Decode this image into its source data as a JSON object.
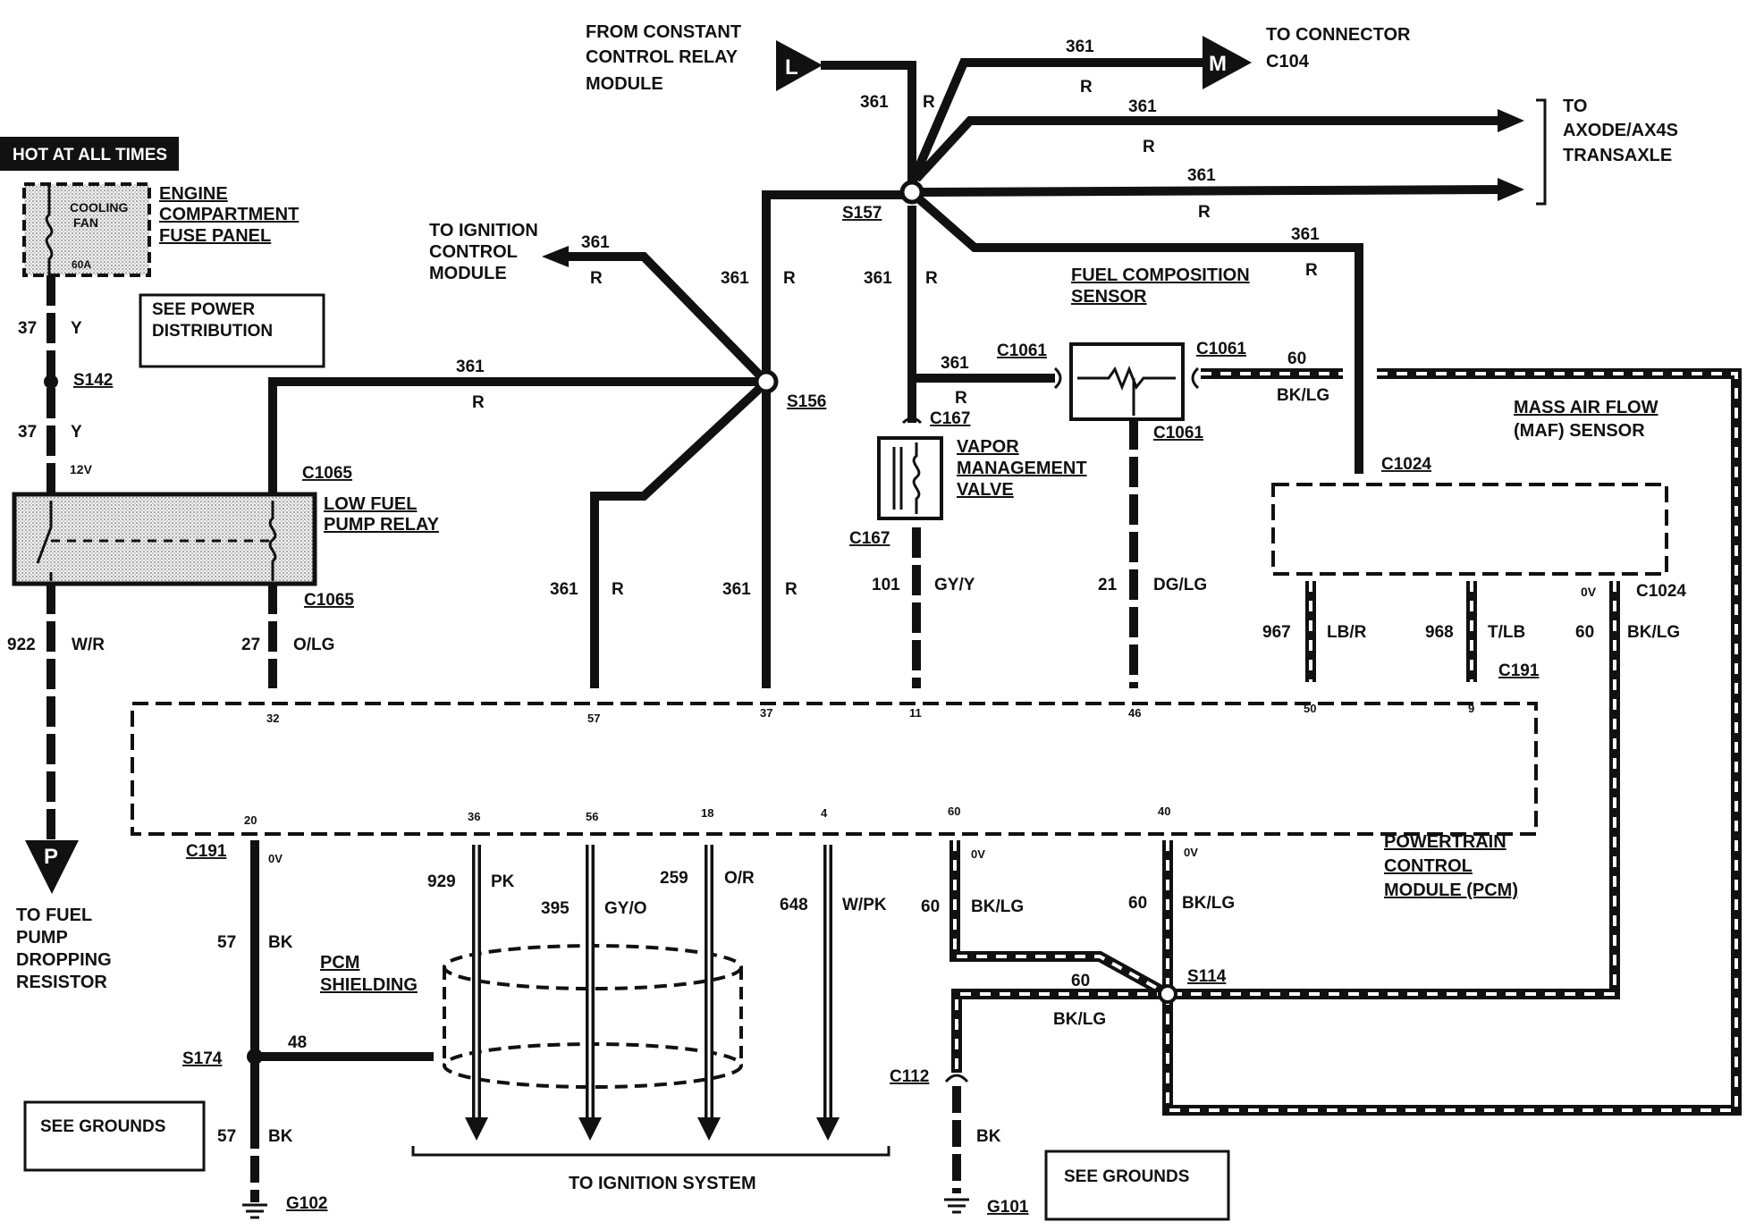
{
  "title_hot": "HOT AT ALL TIMES",
  "fuse": {
    "text1": "COOLING",
    "text2": "FAN",
    "rating": "60A"
  },
  "engine_fuse_panel": [
    "ENGINE",
    "COMPARTMENT",
    "FUSE PANEL"
  ],
  "see_power": [
    "SEE POWER",
    "DISTRIBUTION"
  ],
  "wire_labels": {
    "w37a": "37",
    "y_a": "Y",
    "s142": "S142",
    "w37b": "37",
    "y_b": "Y",
    "v12": "12V",
    "c1065_top": "C1065",
    "c1065_bot": "C1065",
    "w922": "922",
    "wr": "W/R",
    "w27": "27",
    "olg": "O/LG",
    "relay": [
      "LOW FUEL",
      "PUMP RELAY"
    ],
    "to_fuel_pump": [
      "TO FUEL",
      "PUMP",
      "DROPPING",
      "RESISTOR"
    ],
    "p_connector": "P",
    "ignition_ctrl": [
      "TO IGNITION",
      "CONTROL",
      "MODULE"
    ],
    "w361_icm": "361",
    "r_icm": "R",
    "from_ccrm": [
      "FROM CONSTANT",
      "CONTROL RELAY",
      "MODULE"
    ],
    "l_connector": "L",
    "m_connector": "M",
    "to_c104": [
      "TO CONNECTOR",
      "C104"
    ],
    "to_axode": [
      "TO",
      "AXODE/AX4S",
      "TRANSAXLE"
    ],
    "w361_m": "361",
    "r_m": "R",
    "w361_ax1": "361",
    "r_ax1": "R",
    "w361_ax2": "361",
    "r_ax2": "R",
    "w361_l": "361",
    "r_l": "R",
    "s157": "S157",
    "w361_s157dn": "361",
    "r_s157dn": "R",
    "w361_s156up": "361",
    "r_s156up": "R",
    "w361_relay": "361",
    "r_relay": "R",
    "s156": "S156",
    "w361_c1061": "361",
    "r_c1061": "R",
    "c1061_left": "C1061",
    "c1061_right": "C1061",
    "c1061_bot": "C1061",
    "fcs": [
      "FUEL COMPOSITION",
      "SENSOR"
    ],
    "w361_fcs": "361",
    "r_fcs": "R",
    "w60_fcs": "60",
    "bklg_fcs": "BK/LG",
    "c167_top": "C167",
    "c167_bot": "C167",
    "vmv": [
      "VAPOR",
      "MANAGEMENT",
      "VALVE"
    ],
    "maf": [
      "MASS AIR FLOW",
      "(MAF) SENSOR"
    ],
    "c1024_top": "C1024",
    "c1024_bot": "C1024",
    "ov_c1024": "0V",
    "w361_57": "361",
    "r_57": "R",
    "w361_37": "361",
    "r_37": "R",
    "w101": "101",
    "gyy": "GY/Y",
    "w21": "21",
    "dglg": "DG/LG",
    "w967": "967",
    "lbr": "LB/R",
    "w968": "968",
    "tlb": "T/LB",
    "w60_maf": "60",
    "bklg_maf": "BK/LG",
    "c191_top": "C191"
  },
  "pcm_pins_top": [
    "32",
    "57",
    "37",
    "11",
    "46",
    "50",
    "9"
  ],
  "pcm_pins_bot": [
    "20",
    "36",
    "56",
    "18",
    "4",
    "60",
    "40"
  ],
  "pcm_label": [
    "POWERTRAIN",
    "CONTROL",
    "MODULE (PCM)"
  ],
  "bottom": {
    "c191": "C191",
    "ov1": "0V",
    "w57a": "57",
    "bk_a": "BK",
    "pcm_shield": [
      "PCM",
      "SHIELDING"
    ],
    "s174": "S174",
    "w48": "48",
    "see_grounds_l": "SEE GROUNDS",
    "w57b": "57",
    "bk_b": "BK",
    "g102": "G102",
    "w929": "929",
    "pk": "PK",
    "w395": "395",
    "gyo": "GY/O",
    "w259": "259",
    "or": "O/R",
    "w648": "648",
    "wpk": "W/PK",
    "to_ignition": "TO IGNITION SYSTEM",
    "w60a": "60",
    "bklg_a": "BK/LG",
    "ov2": "0V",
    "w60b": "60",
    "bklg_b": "BK/LG",
    "ov3": "0V",
    "s114": "S114",
    "w60c": "60",
    "bklg_c": "BK/LG",
    "c112": "C112",
    "bk_c": "BK",
    "g101": "G101",
    "see_grounds_r": "SEE GROUNDS"
  }
}
